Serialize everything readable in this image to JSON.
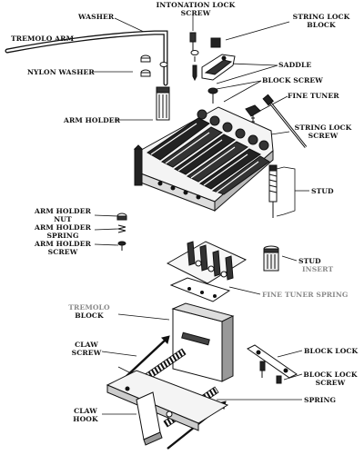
{
  "diagram": {
    "labels": {
      "washer": "WASHER",
      "intonation_lock_screw_1": "INTONATION LOCK",
      "intonation_lock_screw_2": "SCREW",
      "string_lock_block_1": "STRING LOCK",
      "string_lock_block_2": "BLOCK",
      "tremolo_arm": "TREMOLO ARM",
      "nylon_washer": "NYLON WASHER",
      "saddle": "SADDLE",
      "block_screw": "BLOCK  SCREW",
      "fine_tuner": "FINE TUNER",
      "arm_holder": "ARM HOLDER",
      "string_lock_screw_1": "STRING LOCK",
      "string_lock_screw_2": "SCREW",
      "stud": "STUD",
      "arm_holder_nut_1": "ARM HOLDER",
      "arm_holder_nut_2": "NUT",
      "arm_holder_spring_1": "ARM HOLDER",
      "arm_holder_spring_2": "SPRING",
      "arm_holder_screw_1": "ARM HOLDER",
      "arm_holder_screw_2": "SCREW",
      "stud_insert_1": "STUD",
      "stud_insert_2": "INSERT",
      "fine_tuner_spring": "FINE TUNER SPRING",
      "tremolo_block_1": "TREMOLO",
      "tremolo_block_2": "BLOCK",
      "claw_screw_1": "CLAW",
      "claw_screw_2": "SCREW",
      "block_lock": "BLOCK LOCK",
      "block_lock_screw_1": "BLOCK LOCK",
      "block_lock_screw_2": "SCREW",
      "spring": "SPRING",
      "claw_hook_1": "CLAW",
      "claw_hook_2": "HOOK"
    }
  }
}
